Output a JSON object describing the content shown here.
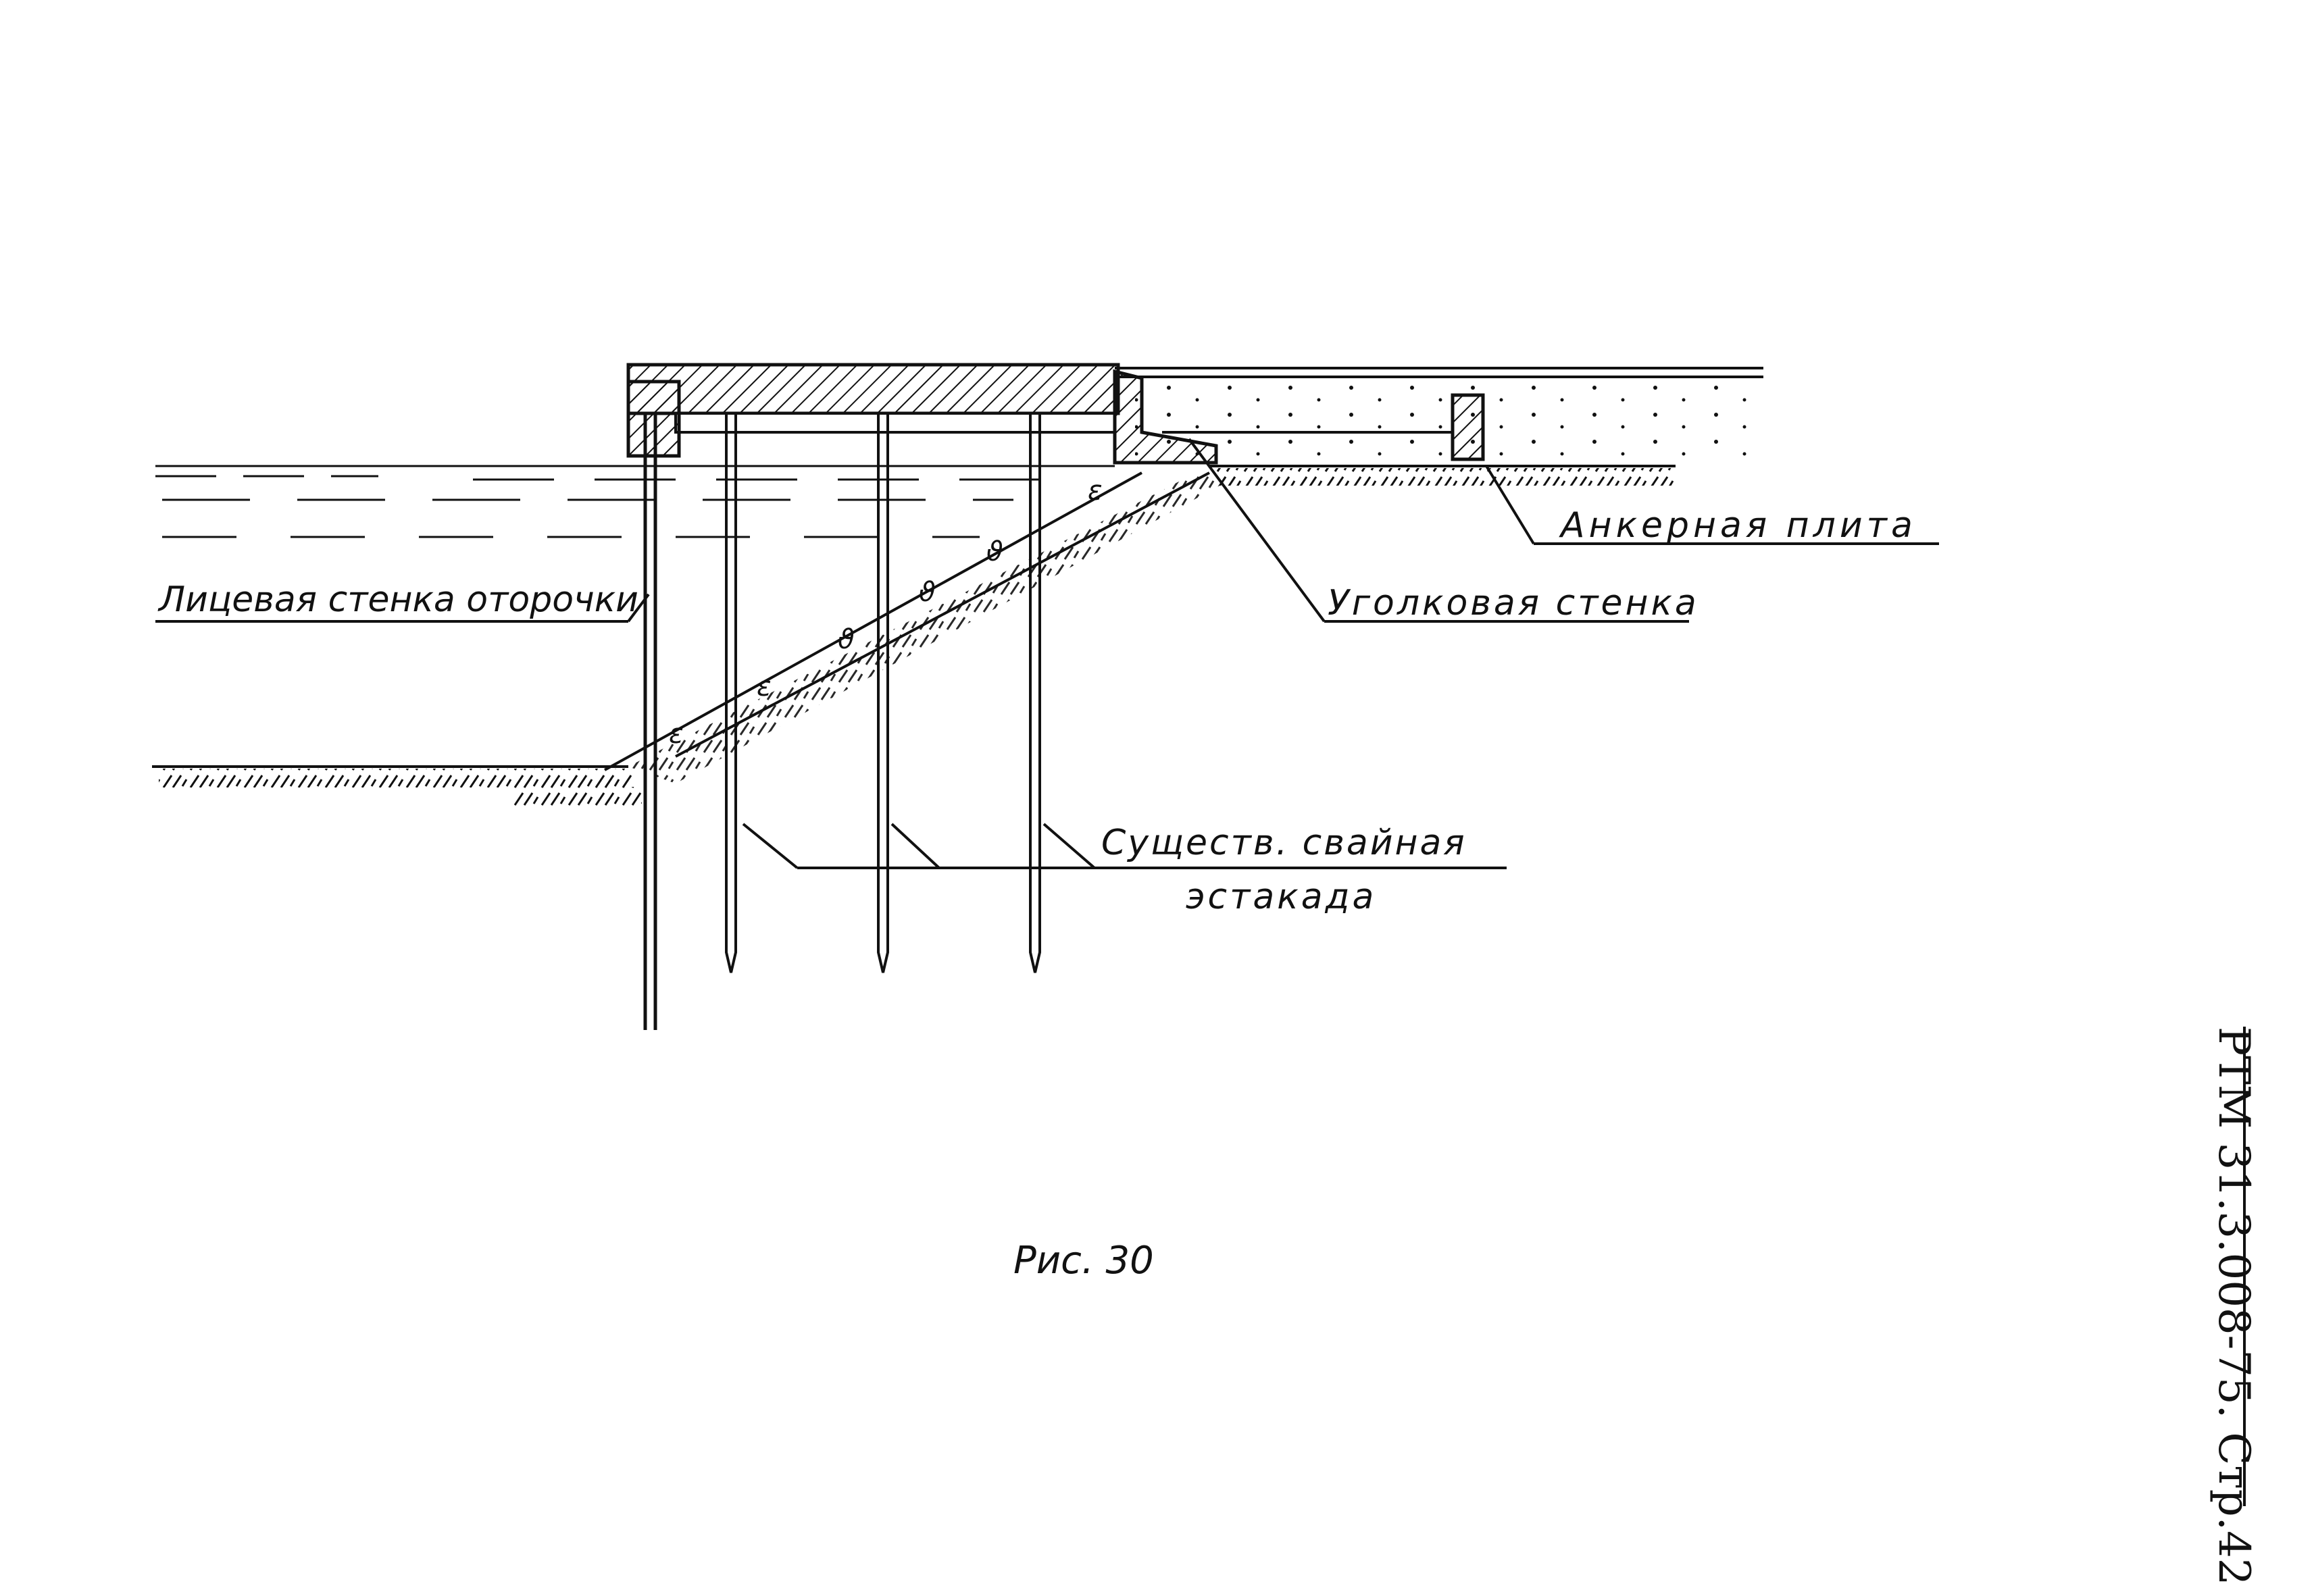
{
  "labels": {
    "face_wall": "Лицевая стенка оторочки",
    "anchor_plate": "Анкерная плита",
    "corner_wall": "Уголковая стенка",
    "piles_line1": "Существ. свайная",
    "piles_line2": "эстакада"
  },
  "caption": "Рис. 30",
  "document_code": "РТМ 31.3.008-75. Стр.42",
  "colors": {
    "ink": "#111111",
    "background": "#ffffff"
  }
}
